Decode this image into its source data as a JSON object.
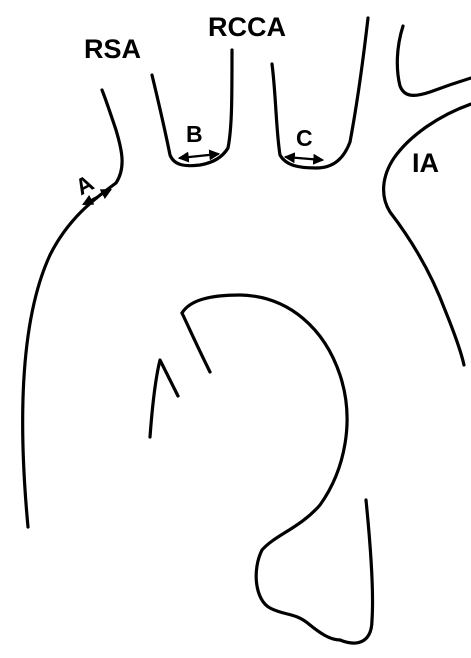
{
  "labels": {
    "rsa": "RSA",
    "rcca": "RCCA",
    "ia": "IA",
    "a": "A",
    "b": "B",
    "c": "C"
  },
  "colors": {
    "line": "#000000",
    "background": "#ffffff"
  }
}
